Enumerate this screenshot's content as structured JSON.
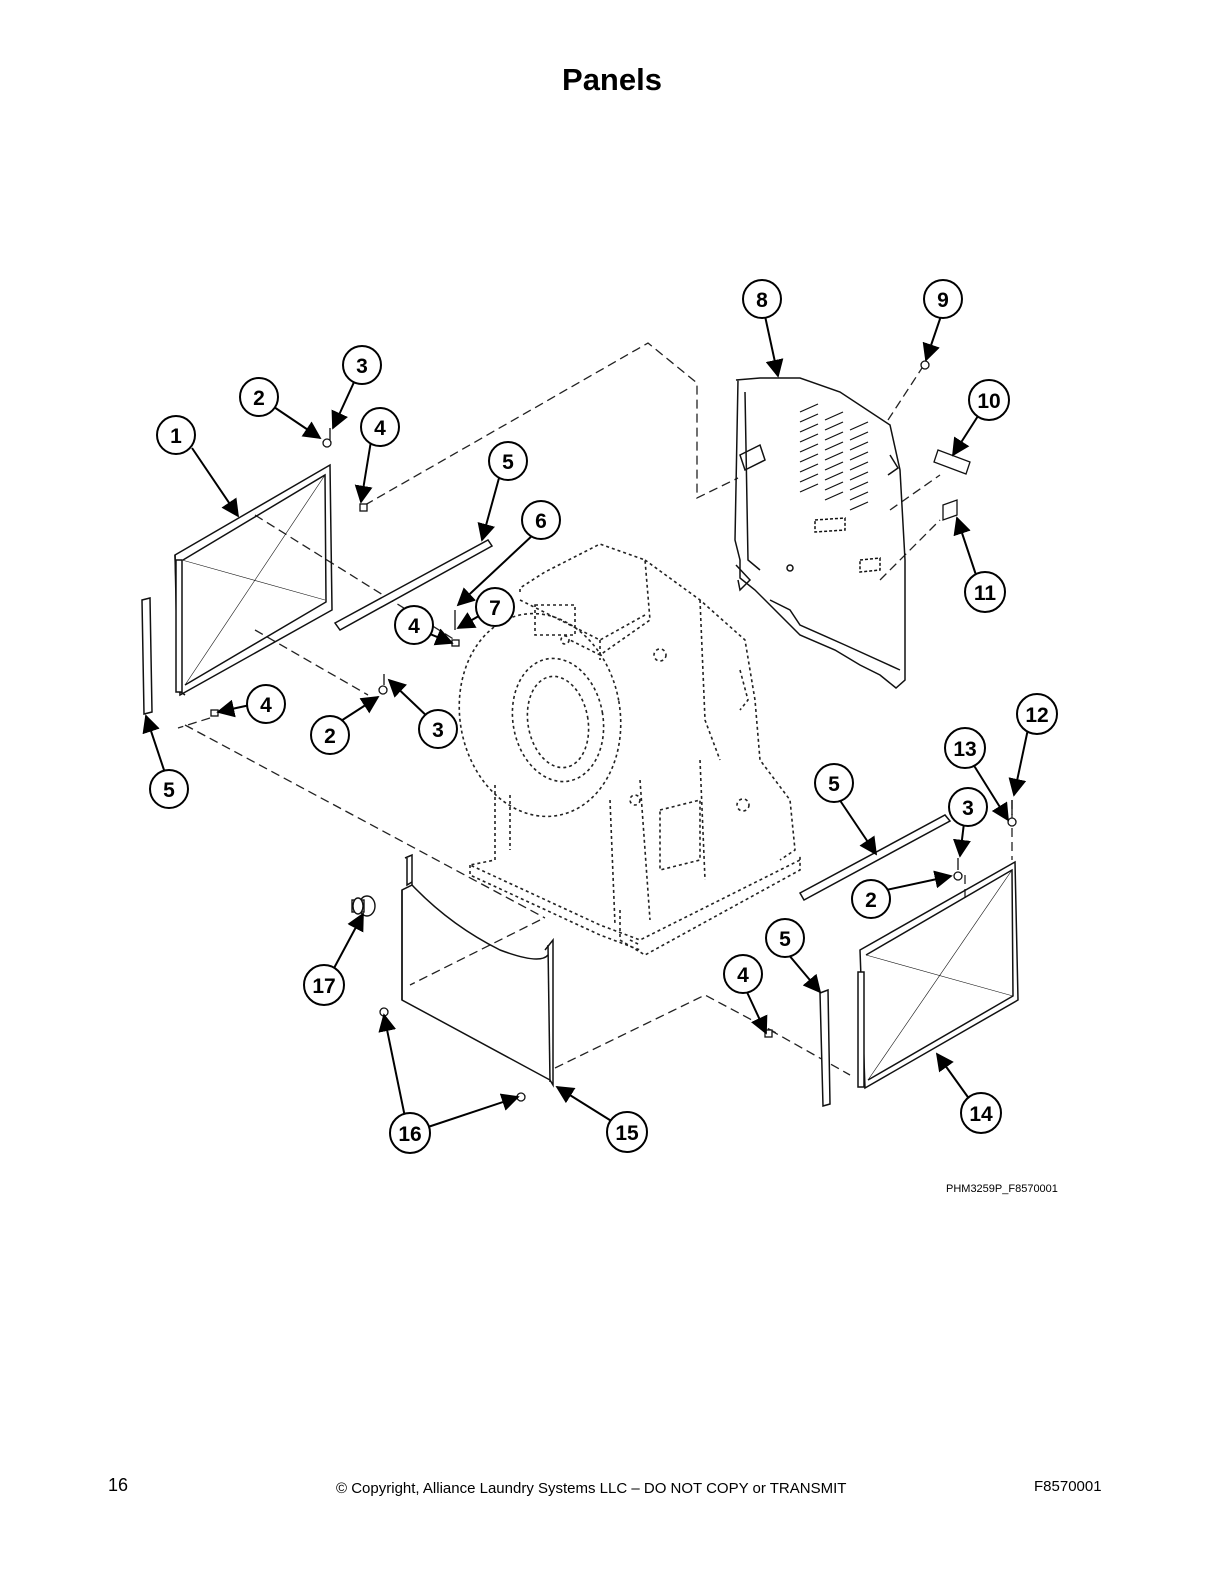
{
  "title": "Panels",
  "figure_id": "PHM3259P_F8570001",
  "footer": {
    "page_number": "16",
    "copyright": "© Copyright, Alliance Laundry Systems LLC – DO NOT COPY or TRANSMIT",
    "document_id": "F8570001"
  },
  "callouts": [
    "1",
    "2",
    "3",
    "4",
    "5",
    "6",
    "7",
    "8",
    "9",
    "10",
    "11",
    "12",
    "13",
    "14",
    "15",
    "16",
    "17"
  ]
}
